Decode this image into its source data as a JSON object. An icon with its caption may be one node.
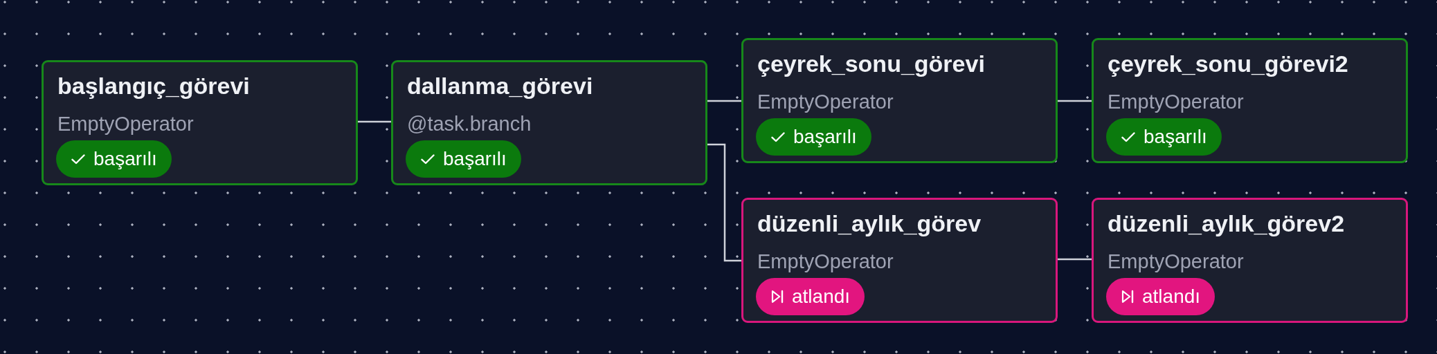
{
  "diagram": {
    "nodes": [
      {
        "text": [
          "başlangıç_görevi",
          "EmptyOperator",
          "başarılı"
        ]
      },
      {
        "text": [
          "dallanma_görevi",
          "@task.branch",
          "başarılı"
        ]
      },
      {
        "text": [
          "çeyrek_sonu_görevi",
          "EmptyOperator",
          "başarılı"
        ]
      },
      {
        "text": [
          "çeyrek_sonu_görevi2",
          "EmptyOperator",
          "başarılı"
        ]
      },
      {
        "text": [
          "düzenli_aylık_görev",
          "EmptyOperator",
          "atlandı"
        ]
      },
      {
        "text": [
          "düzenli_aylık_görev2",
          "EmptyOperator",
          "atlandı"
        ]
      }
    ],
    "edges": [
      {
        "from": 0,
        "to": 1,
        "arrow": "none"
      },
      {
        "from": 1,
        "to": 2,
        "arrow": "none"
      },
      {
        "from": 1,
        "to": 4,
        "arrow": "none"
      },
      {
        "from": 2,
        "to": 3,
        "arrow": "none"
      },
      {
        "from": 4,
        "to": 5,
        "arrow": "none"
      }
    ]
  }
}
